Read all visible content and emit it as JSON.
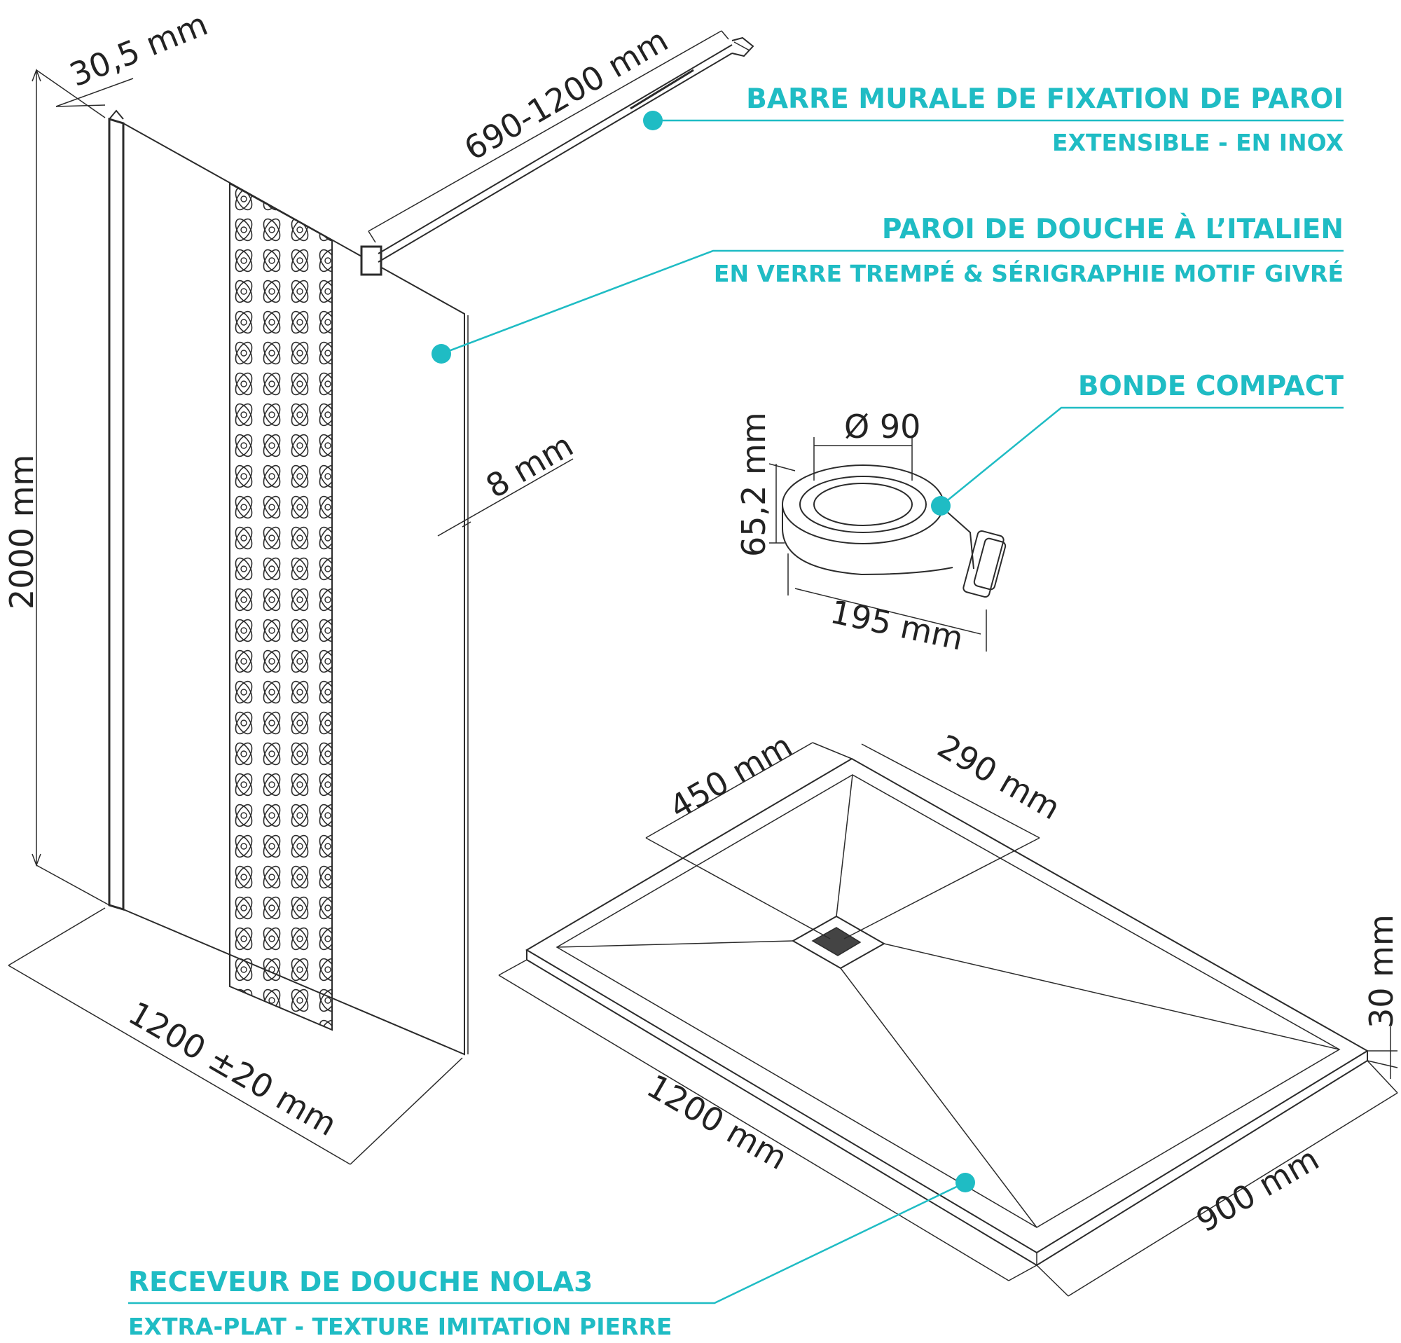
{
  "callouts": {
    "bar": {
      "title": "BARRE MURALE DE FIXATION DE PAROI",
      "subtitle": "EXTENSIBLE - EN INOX"
    },
    "panel": {
      "title": "PAROI DE DOUCHE À L’ITALIEN",
      "subtitle": "EN VERRE TREMPÉ & SÉRIGRAPHIE MOTIF GIVRÉ"
    },
    "drain": {
      "title": "BONDE COMPACT"
    },
    "tray": {
      "title": "RECEVEUR DE DOUCHE NOLA3",
      "subtitle": "EXTRA-PLAT  - TEXTURE IMITATION PIERRE"
    }
  },
  "dimensions": {
    "profile_depth": "30,5 mm",
    "bar_length": "690-1200 mm",
    "panel_height": "2000 mm",
    "panel_width": "1200 ±20 mm",
    "glass_thickness": "8 mm",
    "drain_diameter": "Ø 90",
    "drain_height": "65,2 mm",
    "drain_length": "195 mm",
    "tray_drain_offset_a": "450 mm",
    "tray_drain_offset_b": "290 mm",
    "tray_height": "30 mm",
    "tray_length": "1200 mm",
    "tray_width": "900 mm"
  },
  "colors": {
    "accent": "#1fbcc4",
    "line": "#2b2b2b"
  }
}
